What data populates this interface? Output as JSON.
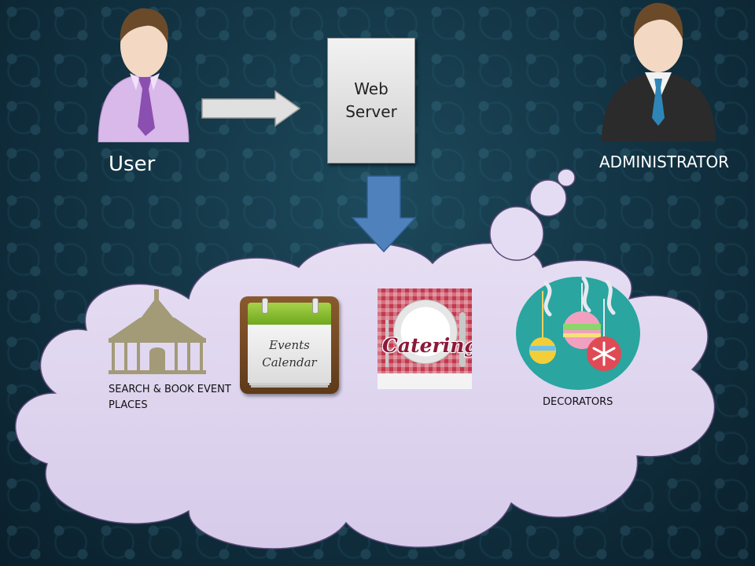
{
  "actors": {
    "user": {
      "label": "User"
    },
    "administrator": {
      "label": "ADMINISTRATOR"
    }
  },
  "server": {
    "line1": "Web",
    "line2": "Server"
  },
  "services": {
    "event_places": {
      "caption": "SEARCH & BOOK EVENT PLACES"
    },
    "events_calendar": {
      "line1": "Events",
      "line2": "Calendar"
    },
    "catering": {
      "text": "Catering"
    },
    "decorators": {
      "caption": "DECORATORS"
    }
  },
  "colors": {
    "background": "#133545",
    "cloud": "#dcd2ee",
    "arrow_down": "#4f81bd",
    "arrow_right": "#e0e0e0",
    "user_shirt": "#d9b8ea",
    "user_tie": "#8a4fb0",
    "admin_suit": "#2b2b2b",
    "admin_tie": "#2e86b8"
  },
  "icons": [
    "user-avatar-icon",
    "administrator-avatar-icon",
    "right-arrow-icon",
    "down-arrow-icon",
    "pavilion-icon",
    "calendar-icon",
    "catering-plate-icon",
    "ornaments-icon"
  ]
}
